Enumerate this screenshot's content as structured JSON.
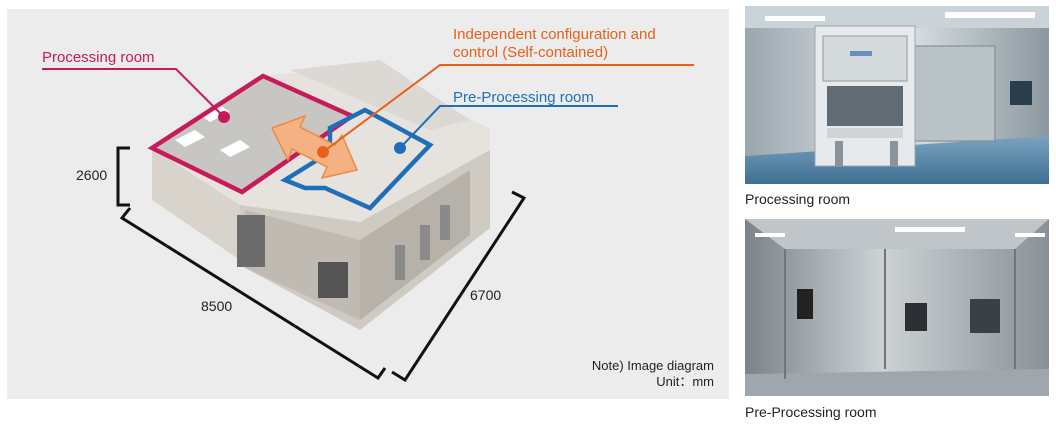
{
  "diagram": {
    "processing_room_label": "Processing room",
    "independent_label_line1": "Independent configuration and",
    "independent_label_line2": "control (Self-contained)",
    "pre_processing_room_label": "Pre-Processing room",
    "dim_height": "2600",
    "dim_width": "8500",
    "dim_depth": "6700",
    "note_line1": "Note) Image diagram",
    "note_line2": "Unit：mm"
  },
  "photos": [
    {
      "caption": "Processing room"
    },
    {
      "caption": "Pre-Processing room"
    }
  ],
  "colors": {
    "processing": "#c8195a",
    "independent": "#e8601c",
    "pre_processing": "#1f6fb8",
    "panel_bg": "#ececec"
  }
}
